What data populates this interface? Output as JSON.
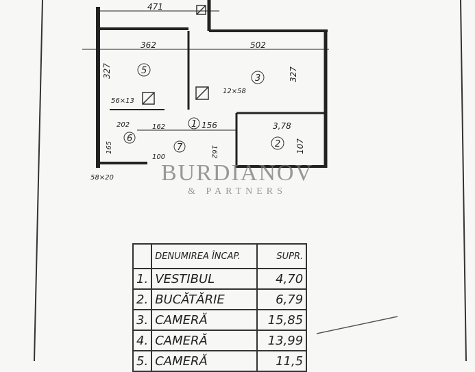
{
  "plan": {
    "dimensions": [
      "471",
      "362",
      "502",
      "327",
      "327",
      "12×58",
      "3,78",
      "156",
      "107",
      "162",
      "202",
      "165",
      "100",
      "56×13",
      "58×20",
      "162"
    ],
    "rooms": [
      "1",
      "2",
      "3",
      "5",
      "6",
      "7"
    ],
    "watermark": {
      "brand": "BURDIANOV",
      "sub": "& PARTNERS"
    }
  },
  "table": {
    "header": {
      "name": "DENUMIREA ÎNCAP.",
      "area": "SUPR."
    },
    "rows": [
      {
        "n": "1.",
        "name": "VESTIBUL",
        "area": "4,70"
      },
      {
        "n": "2.",
        "name": "BUCĂTĂRIE",
        "area": "6,79"
      },
      {
        "n": "3.",
        "name": "CAMERĂ",
        "area": "15,85"
      },
      {
        "n": "4.",
        "name": "CAMERĂ",
        "area": "13,99"
      },
      {
        "n": "5.",
        "name": "CAMERĂ",
        "area": "11,5"
      }
    ]
  }
}
